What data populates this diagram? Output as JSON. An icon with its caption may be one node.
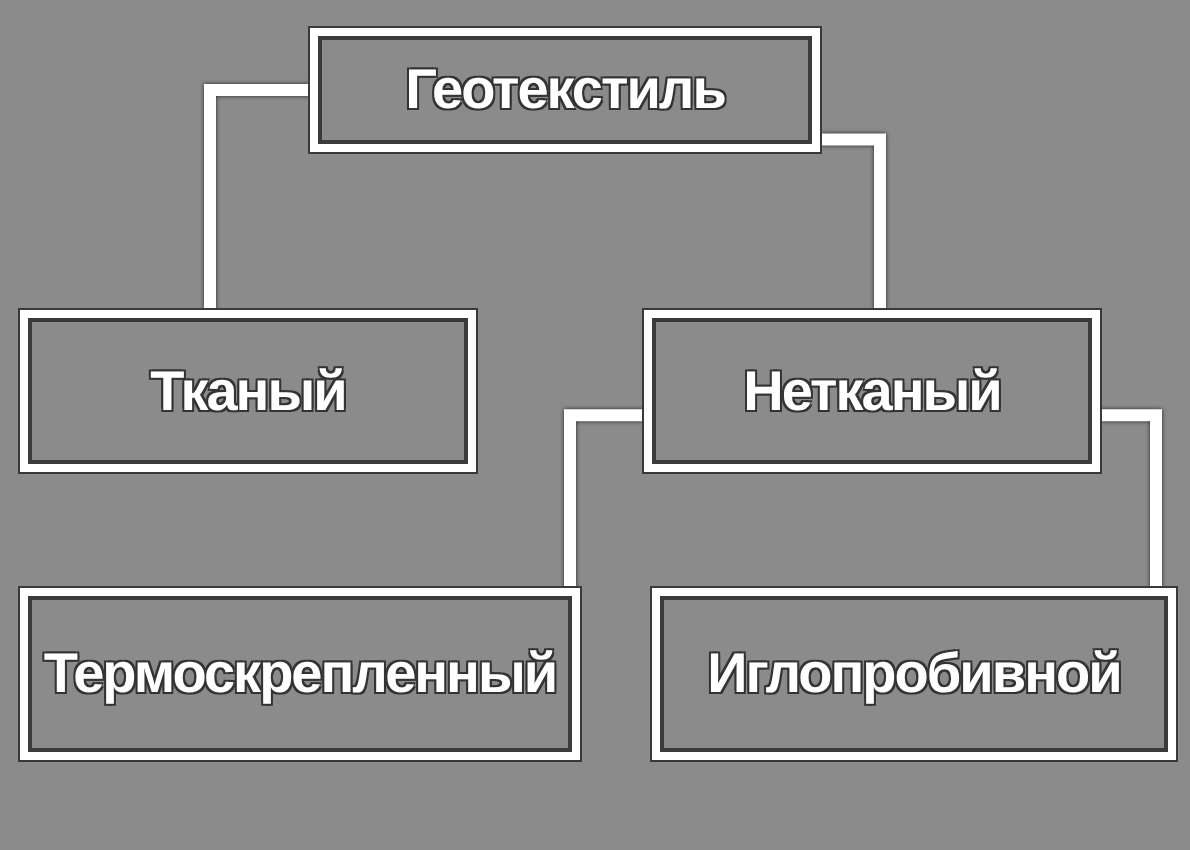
{
  "diagram": {
    "nodes": [
      {
        "text": [
          "Геотекстиль"
        ]
      },
      {
        "text": [
          "Тканый"
        ]
      },
      {
        "text": [
          "Нетканый"
        ]
      },
      {
        "text": [
          "Термоскрепленный"
        ]
      },
      {
        "text": [
          "Иглопробивной"
        ]
      }
    ],
    "edges": [
      {
        "from": 0,
        "to": 1,
        "arrow": "none"
      },
      {
        "from": 0,
        "to": 2,
        "arrow": "none"
      },
      {
        "from": 2,
        "to": 3,
        "arrow": "none"
      },
      {
        "from": 2,
        "to": 4,
        "arrow": "none"
      }
    ]
  }
}
